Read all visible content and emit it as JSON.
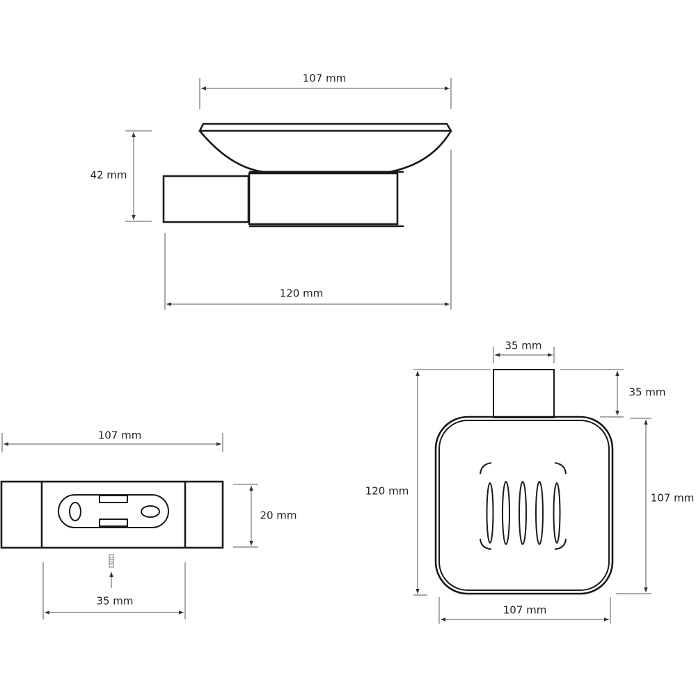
{
  "side_view": {
    "width_label": "107 mm",
    "height_label": "42 mm",
    "depth_label": "120 mm"
  },
  "mount_view": {
    "width_label": "107 mm",
    "height_label": "20 mm",
    "spacing_label": "35 mm"
  },
  "top_view": {
    "bracket_width_label": "35 mm",
    "bracket_depth_label": "35 mm",
    "depth_label": "120 mm",
    "side_label": "107 mm",
    "width_label": "107 mm"
  },
  "colors": {
    "line": "#1a1a1a",
    "dimension": "#555555"
  }
}
